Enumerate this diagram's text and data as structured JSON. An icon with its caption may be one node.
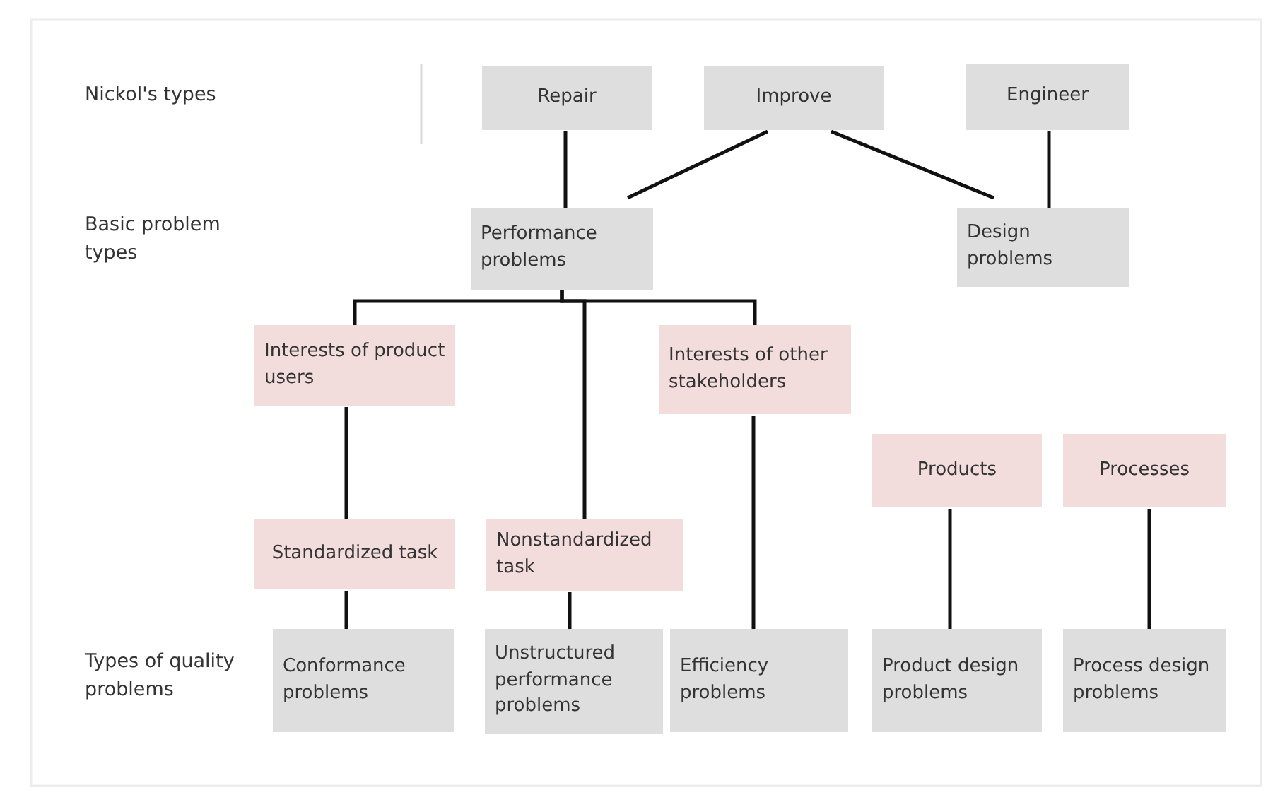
{
  "diagram": {
    "nodes": [
      {
        "text": [
          "Repair"
        ]
      },
      {
        "text": [
          "Improve"
        ]
      },
      {
        "text": [
          "Engineer"
        ]
      },
      {
        "text": [
          "Performance problems"
        ]
      },
      {
        "text": [
          "Design problems"
        ]
      },
      {
        "text": [
          "Interests of product users"
        ]
      },
      {
        "text": [
          "Interests of other stakeholders"
        ]
      },
      {
        "text": [
          "Products"
        ]
      },
      {
        "text": [
          "Processes"
        ]
      },
      {
        "text": [
          "Standardized task"
        ]
      },
      {
        "text": [
          "Nonstandardized task"
        ]
      },
      {
        "text": [
          "Conformance problems"
        ]
      },
      {
        "text": [
          "Unstructured performance problems"
        ]
      },
      {
        "text": [
          "Efficiency problems"
        ]
      },
      {
        "text": [
          "Product design problems"
        ]
      },
      {
        "text": [
          "Process design problems"
        ]
      }
    ],
    "edges": [
      {
        "from": 0,
        "to": 3,
        "arrow": "none"
      },
      {
        "from": 1,
        "to": 3,
        "arrow": "none"
      },
      {
        "from": 1,
        "to": 4,
        "arrow": "none"
      },
      {
        "from": 2,
        "to": 4,
        "arrow": "none"
      },
      {
        "from": 3,
        "to": 5,
        "arrow": "none"
      },
      {
        "from": 3,
        "to": 10,
        "arrow": "none"
      },
      {
        "from": 3,
        "to": 6,
        "arrow": "none"
      },
      {
        "from": 5,
        "to": 9,
        "arrow": "none"
      },
      {
        "from": 9,
        "to": 11,
        "arrow": "none"
      },
      {
        "from": 10,
        "to": 12,
        "arrow": "none"
      },
      {
        "from": 6,
        "to": 13,
        "arrow": "none"
      },
      {
        "from": 7,
        "to": 14,
        "arrow": "none"
      },
      {
        "from": 8,
        "to": 15,
        "arrow": "none"
      }
    ],
    "labels": [
      "Nickol's types",
      "Basic problem types",
      "Types of quality problems"
    ]
  }
}
